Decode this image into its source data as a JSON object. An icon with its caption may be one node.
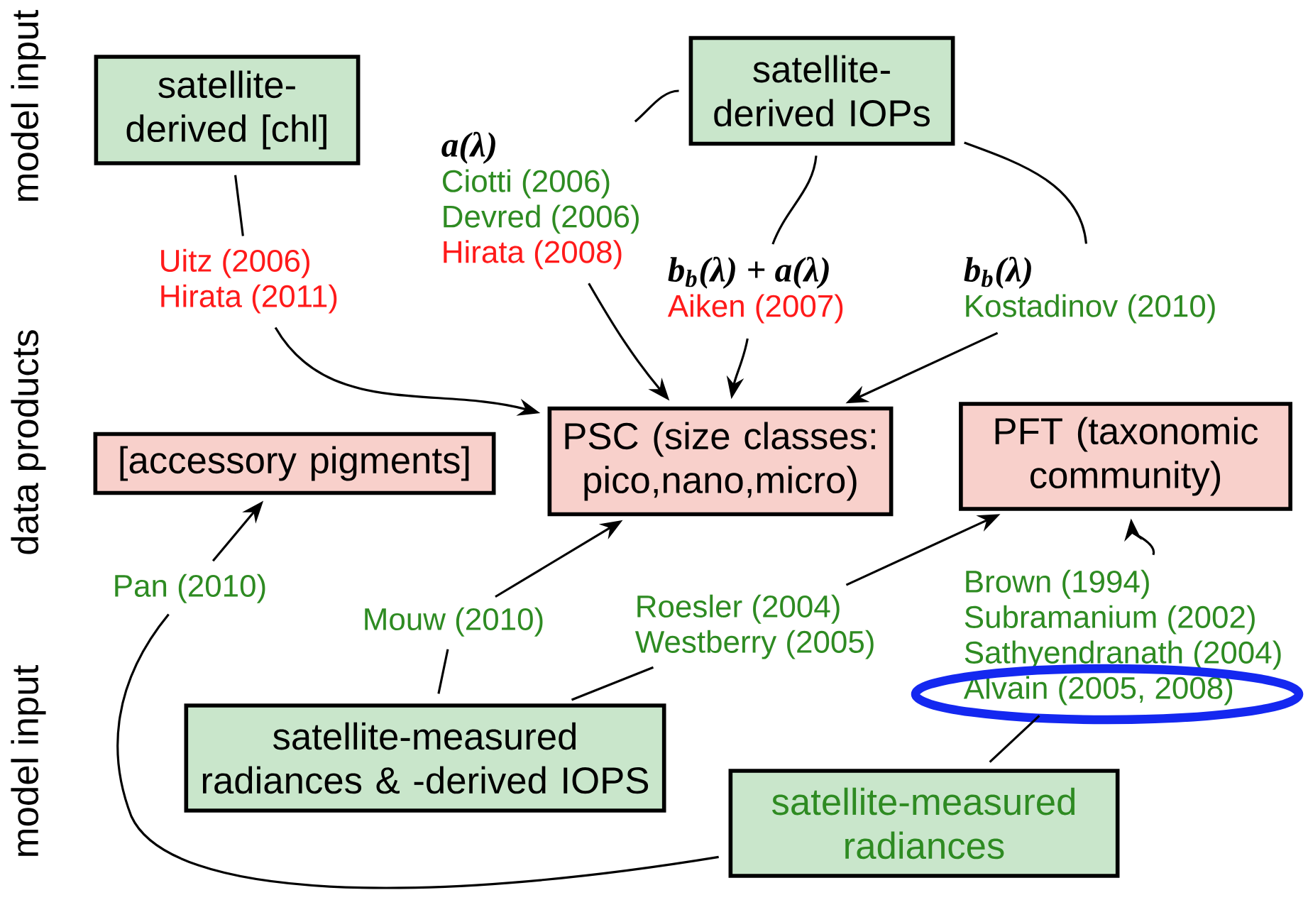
{
  "diagram": {
    "nodes": [
      {
        "text": [
          "satellite- derived [chl]"
        ]
      },
      {
        "text": [
          "satellite- derived IOPs"
        ]
      },
      {
        "text": [
          "a(λ)",
          "Ciotti (2006)",
          "Devred (2006)",
          "Hirata (2008)"
        ]
      },
      {
        "text": [
          "Uitz (2006)",
          "Hirata (2011)"
        ]
      },
      {
        "text": [
          "b$_{b}$(λ) + a(λ)",
          "Aiken (2007)"
        ]
      },
      {
        "text": [
          "b$_{b}$(λ)",
          "Kostadinov (2010)"
        ]
      },
      {
        "text": [
          "[accessory pigments]"
        ]
      },
      {
        "text": [
          "PSC (size classes: pico,nano,micro)"
        ]
      },
      {
        "text": [
          "PFT (taxonomic community)"
        ]
      },
      {
        "text": [
          "Pan (2010)"
        ]
      },
      {
        "text": [
          "Mouw (2010)"
        ]
      },
      {
        "text": [
          "Roesler (2004)",
          "Westberry (2005)"
        ]
      },
      {
        "text": [
          "Brown (1994)",
          "Subramanium (2002)",
          "Sathyendranath (2004)",
          "Alvain (2005, 2008)"
        ]
      },
      {
        "text": [
          "satellite-measured radiances & -derived IOPS"
        ]
      },
      {
        "text": [
          "satellite-measured radiances"
        ]
      }
    ],
    "edges": [
      {
        "from": 0,
        "to": 3,
        "arrow": "none"
      },
      {
        "from": 3,
        "to": 7,
        "arrow": "to"
      },
      {
        "from": 1,
        "to": 2,
        "arrow": "none"
      },
      {
        "from": 2,
        "to": 7,
        "arrow": "to"
      },
      {
        "from": 1,
        "to": 4,
        "arrow": "none"
      },
      {
        "from": 4,
        "to": 7,
        "arrow": "to"
      },
      {
        "from": 1,
        "to": 5,
        "arrow": "none"
      },
      {
        "from": 5,
        "to": 7,
        "arrow": "to"
      },
      {
        "from": 9,
        "to": 6,
        "arrow": "to"
      },
      {
        "from": 14,
        "to": 9,
        "arrow": "none"
      },
      {
        "from": 13,
        "to": 10,
        "arrow": "none"
      },
      {
        "from": 10,
        "to": 7,
        "arrow": "to"
      },
      {
        "from": 13,
        "to": 11,
        "arrow": "none"
      },
      {
        "from": 11,
        "to": 8,
        "arrow": "to"
      },
      {
        "from": 14,
        "to": 12,
        "arrow": "none"
      },
      {
        "from": 12,
        "to": 8,
        "arrow": "to"
      }
    ],
    "labels": [
      "model input",
      "data products",
      "model input"
    ]
  }
}
